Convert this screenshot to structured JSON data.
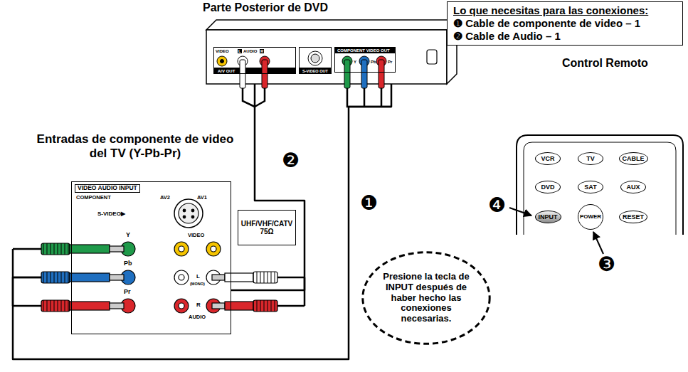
{
  "diagram": {
    "nodes": [
      {
        "text": [
          "Parte Posterior de DVD"
        ]
      },
      {
        "text": [
          "VIDEO",
          "L",
          "AUDIO",
          "R",
          "A/V OUT"
        ],
        "in": 0
      },
      {
        "text": [
          "S-VIDEO OUT"
        ],
        "in": 0
      },
      {
        "text": [
          "COMPONENT VIDEO OUT",
          "Y",
          "Pb",
          "Pr"
        ],
        "in": 0
      },
      {
        "text": [
          "Lo que necesitas para las conexiones:",
          "❶ Cable de componente de video – 1",
          "❷ Cable de Audio – 1"
        ]
      },
      {
        "text": [
          "Control Remoto"
        ]
      },
      {
        "text": [
          "VCR"
        ],
        "in": 5
      },
      {
        "text": [
          "TV"
        ],
        "in": 5
      },
      {
        "text": [
          "CABLE"
        ],
        "in": 5
      },
      {
        "text": [
          "DVD"
        ],
        "in": 5
      },
      {
        "text": [
          "SAT"
        ],
        "in": 5
      },
      {
        "text": [
          "AUX"
        ],
        "in": 5
      },
      {
        "text": [
          "INPUT"
        ],
        "in": 5
      },
      {
        "text": [
          "POWER"
        ],
        "in": 5
      },
      {
        "text": [
          "RESET"
        ],
        "in": 5
      },
      {
        "text": [
          "Entradas de componente de video del TV (Y-Pb-Pr)"
        ]
      },
      {
        "text": [
          "VIDEO AUDIO INPUT",
          "COMPONENT",
          "AV2",
          "AV1",
          "S-VIDEO▶",
          "Y",
          "Pb",
          "Pr",
          "VIDEO",
          "L",
          "(MONO)",
          "R",
          "AUDIO"
        ],
        "in": 15
      },
      {
        "text": [
          "UHF/VHF/CATV 75Ω"
        ],
        "in": 15
      },
      {
        "text": [
          "Presione la tecla de INPUT después de haber hecho las conexiones necesarias."
        ]
      }
    ],
    "edges": [
      {
        "from": 3,
        "to": 16,
        "arrow": "none"
      },
      {
        "from": 1,
        "to": 16,
        "arrow": "none"
      }
    ],
    "labels": [
      "❶",
      "❷",
      "❸",
      "❹"
    ]
  }
}
